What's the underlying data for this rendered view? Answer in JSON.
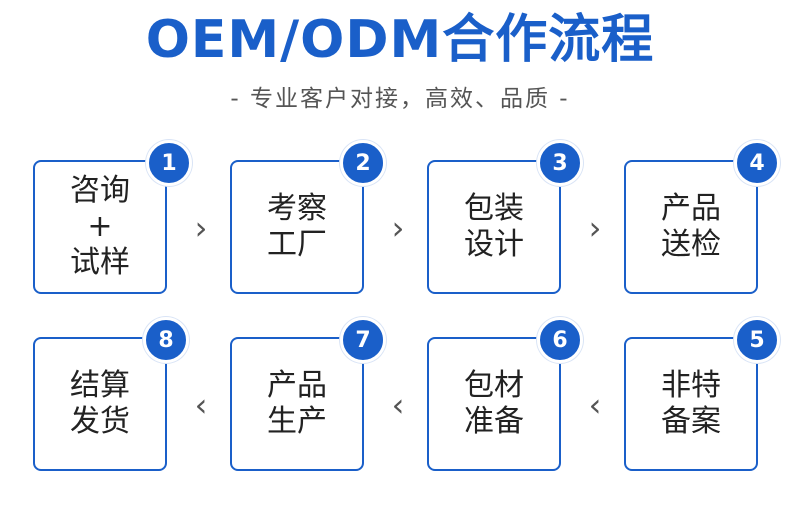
{
  "header": {
    "title": "OEM/ODM合作流程",
    "subtitle": "- 专业客户对接，高效、品质 -"
  },
  "steps": [
    {
      "number": "1",
      "label": "咨询\n+\n试样"
    },
    {
      "number": "2",
      "label": "考察\n工厂"
    },
    {
      "number": "3",
      "label": "包装\n设计"
    },
    {
      "number": "4",
      "label": "产品\n送检"
    },
    {
      "number": "5",
      "label": "非特\n备案"
    },
    {
      "number": "6",
      "label": "包材\n准备"
    },
    {
      "number": "7",
      "label": "产品\n生产"
    },
    {
      "number": "8",
      "label": "结算\n发货"
    }
  ],
  "arrows": {
    "right": "›",
    "left": "‹"
  },
  "colors": {
    "accent": "#1a5fc9"
  }
}
